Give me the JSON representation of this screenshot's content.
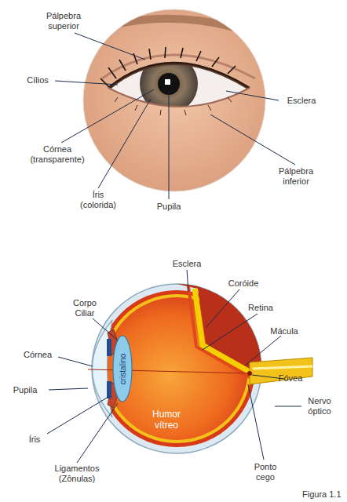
{
  "diagram": {
    "caption": "Figura 1.1",
    "labels": [
      "Pálpebra superior",
      "Cílios",
      "Esclera",
      "Córnea (transparente)",
      "Íris (colorida)",
      "Pupila",
      "Pálpebra inferior",
      "Esclera",
      "Coróide",
      "Retina",
      "Corpo Ciliar",
      "Mácula",
      "Córnea",
      "Fóvea",
      "Pupila",
      "cristalino",
      "Humor vítreo",
      "Nervo óptico",
      "Íris",
      "Ligamentos (Zônulas)",
      "Ponto cego"
    ]
  }
}
